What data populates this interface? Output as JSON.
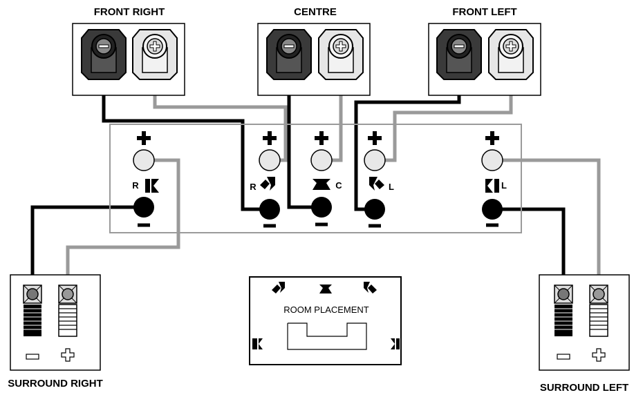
{
  "labels": {
    "front_right": "FRONT RIGHT",
    "centre": "CENTRE",
    "front_left": "FRONT LEFT",
    "surround_right": "SURROUND RIGHT",
    "surround_left": "SURROUND LEFT",
    "room_placement": "ROOM PLACEMENT"
  },
  "channel_marks": {
    "surround_right": "R",
    "front_right": "R",
    "centre": "C",
    "front_left": "L",
    "surround_left": "L"
  },
  "polarity": {
    "plus": "+",
    "minus": "−"
  },
  "colors": {
    "negative_wire": "#000000",
    "positive_wire": "#9a9a9a",
    "negative_post": "#3a3a3a",
    "positive_post": "#e6e6e6",
    "panel_border": "#9a9a9a"
  }
}
